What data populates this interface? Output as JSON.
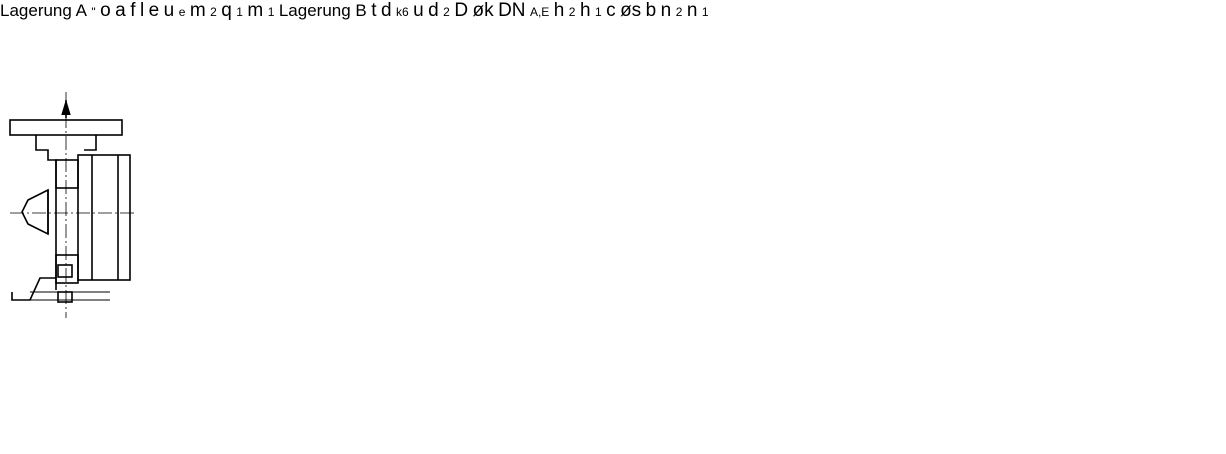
{
  "captions": {
    "lagerung_a": "Lagerung A",
    "lagerung_b": "Lagerung B",
    "mark": "\""
  },
  "dims": {
    "o": "o",
    "a": "a",
    "f": "f",
    "l": "l",
    "e": "e",
    "u_e": "u",
    "u_e_sub": "e",
    "m2": "m",
    "m2_sub": "2",
    "m1": "m",
    "m1_sub": "1",
    "q1": "q",
    "q1_sub": "1",
    "t": "t",
    "u": "u",
    "dk6": "d",
    "dk6_sub": "k6",
    "d2": "d",
    "d2_sub": "2",
    "D": "D",
    "phik": "øk",
    "dn": "DN",
    "dn_sub": "A,E",
    "h2": "h",
    "h2_sub": "2",
    "h1": "h",
    "h1_sub": "1",
    "c": "c",
    "phis": "øs",
    "b": "b",
    "n2": "n",
    "n2_sub": "2",
    "n1": "n",
    "n1_sub": "1"
  }
}
